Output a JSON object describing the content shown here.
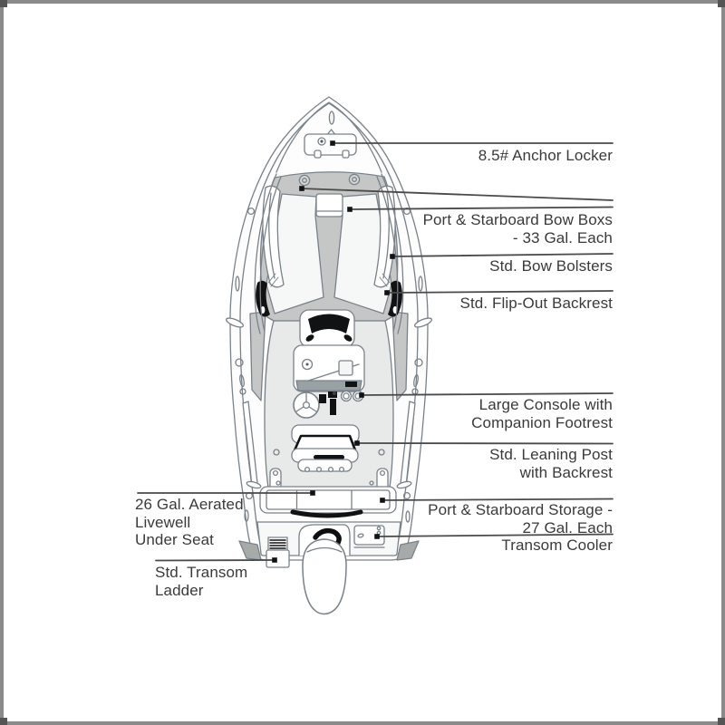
{
  "diagram": {
    "kind": "boat deck plan (top view) with feature callouts",
    "parts": [
      "anchor-locker-hatch",
      "bow-vent-hatches",
      "port-bow-box",
      "starboard-bow-box",
      "center-bow-step",
      "bow-bolster-pads",
      "flip-out-backrest-pad",
      "console-seat",
      "windshield",
      "console",
      "compass",
      "steering-wheel",
      "throttle",
      "cup-holders",
      "leaning-post-backrest",
      "leaning-post-seat",
      "footrest",
      "aft-bench-livewell",
      "grab-bar",
      "transom-motor-well",
      "rigging-hose",
      "outboard-motor",
      "transom-ladder",
      "transom-cooler"
    ]
  },
  "callouts": [
    {
      "id": "anchor-locker",
      "side": "right",
      "lines": [
        "8.5# Anchor Locker"
      ]
    },
    {
      "id": "bow-boxes",
      "side": "right",
      "lines": [
        "Port & Starboard Bow Boxs",
        "- 33 Gal. Each"
      ]
    },
    {
      "id": "bow-bolsters",
      "side": "right",
      "lines": [
        "Std. Bow Bolsters"
      ]
    },
    {
      "id": "flip-out-backrest",
      "side": "right",
      "lines": [
        "Std. Flip-Out Backrest"
      ]
    },
    {
      "id": "console",
      "side": "right",
      "lines": [
        "Large Console with",
        "Companion Footrest"
      ]
    },
    {
      "id": "leaning-post",
      "side": "right",
      "lines": [
        "Std. Leaning Post",
        "with Backrest"
      ]
    },
    {
      "id": "storage",
      "side": "right",
      "lines": [
        "Port & Starboard Storage -",
        "27 Gal. Each"
      ]
    },
    {
      "id": "transom-cooler",
      "side": "right",
      "lines": [
        "Transom Cooler"
      ]
    },
    {
      "id": "livewell",
      "side": "left",
      "lines": [
        "26 Gal. Aerated",
        "Livewell",
        "Under Seat"
      ]
    },
    {
      "id": "transom-ladder",
      "side": "left",
      "lines": [
        "Std. Transom",
        "Ladder"
      ]
    }
  ],
  "colors": {
    "background": "#ffffff",
    "frame_border": "#8a8a8a",
    "label_text": "#3a3a3a",
    "leader_line": "#4a4a4a",
    "hull_outline": "#79828a",
    "deck_gray": "#c4c7c6",
    "floor_gray": "#e8eae9",
    "wedge_gray": "#a6abaa",
    "dash_gray": "#9aa1a5",
    "accent_black": "#101214"
  }
}
